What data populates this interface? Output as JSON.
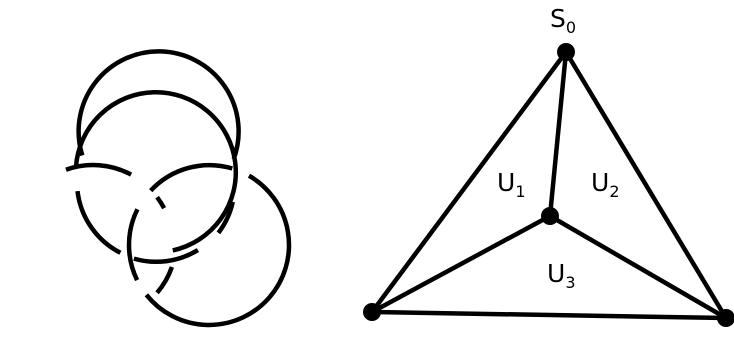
{
  "diagram": {
    "left_figure": {
      "kind": "Borromean rings",
      "components": 3
    },
    "right_figure": {
      "kind": "triangulated triangle",
      "top_vertex": {
        "main": "S",
        "sub": "0"
      },
      "regions": [
        {
          "main": "U",
          "sub": "1"
        },
        {
          "main": "U",
          "sub": "2"
        },
        {
          "main": "U",
          "sub": "3"
        }
      ]
    }
  }
}
